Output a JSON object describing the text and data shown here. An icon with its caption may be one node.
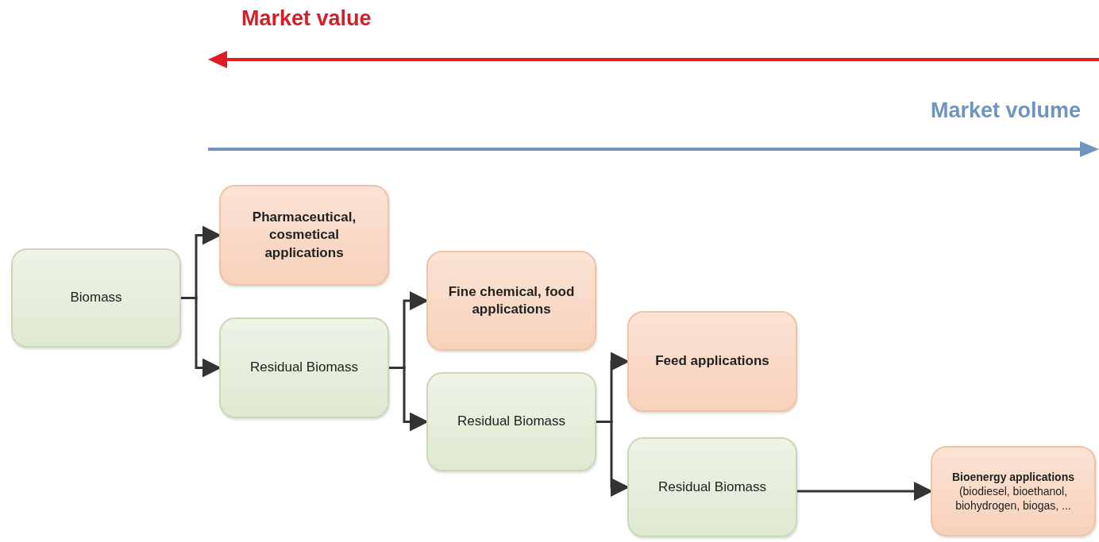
{
  "diagram": {
    "nodes": [
      {
        "text": [
          "Biomass"
        ]
      },
      {
        "text": [
          "Pharmaceutical, cosmetical applications"
        ]
      },
      {
        "text": [
          "Residual Biomass"
        ]
      },
      {
        "text": [
          "Fine chemical, food applications"
        ]
      },
      {
        "text": [
          "Residual Biomass"
        ]
      },
      {
        "text": [
          "Feed applications"
        ]
      },
      {
        "text": [
          "Residual Biomass"
        ]
      },
      {
        "text": [
          "Bioenergy applications",
          "(biodiesel, bioethanol, biohydrogen, biogas, ..."
        ]
      }
    ],
    "edges": [
      {
        "from": 0,
        "to": 1,
        "arrow": "to"
      },
      {
        "from": 0,
        "to": 2,
        "arrow": "to"
      },
      {
        "from": 2,
        "to": 3,
        "arrow": "to"
      },
      {
        "from": 2,
        "to": 4,
        "arrow": "to"
      },
      {
        "from": 4,
        "to": 5,
        "arrow": "to"
      },
      {
        "from": 4,
        "to": 6,
        "arrow": "to"
      },
      {
        "from": 6,
        "to": 7,
        "arrow": "to"
      }
    ],
    "labels": [
      "Market value",
      "Market volume"
    ]
  }
}
